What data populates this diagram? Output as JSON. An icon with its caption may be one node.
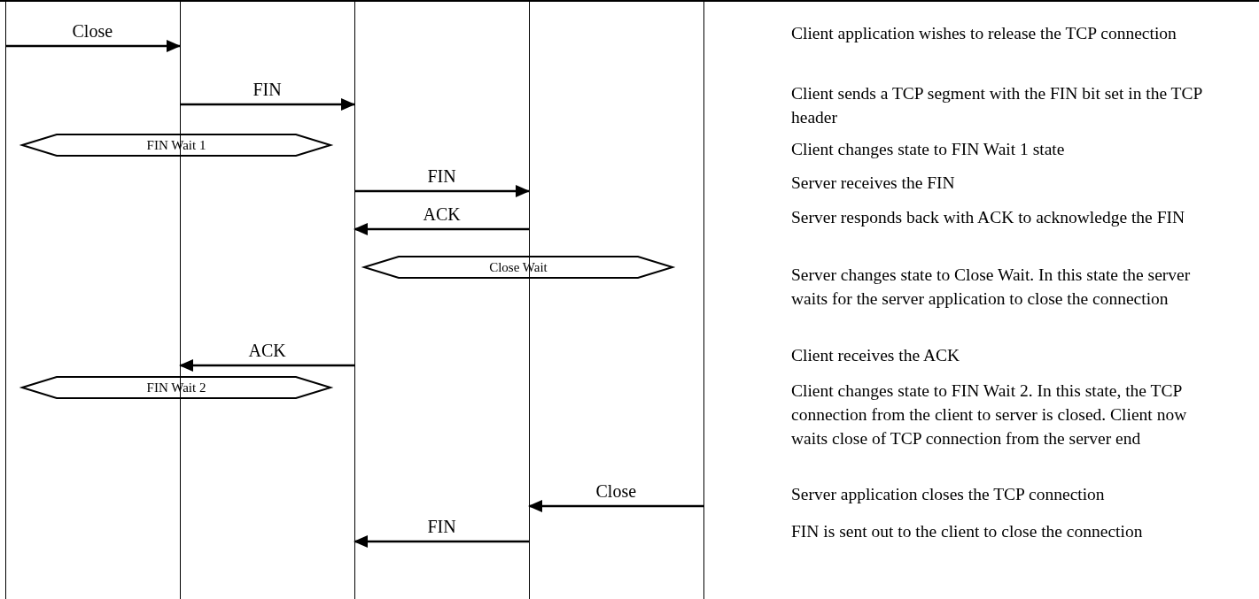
{
  "diagram": {
    "nodes": [
      {
        "text": [],
        "shape": "line"
      },
      {
        "text": [],
        "shape": "line"
      },
      {
        "text": [],
        "shape": "line"
      },
      {
        "text": [],
        "shape": "line"
      },
      {
        "text": [],
        "shape": "line"
      },
      {
        "text": [
          "FIN Wait 1"
        ]
      },
      {
        "text": [
          "Close Wait"
        ]
      },
      {
        "text": [
          "FIN Wait 2"
        ]
      }
    ],
    "edges": [
      {
        "from": 0,
        "to": 1,
        "arrow": "to",
        "label": "Close"
      },
      {
        "from": 1,
        "to": 2,
        "arrow": "to",
        "label": "FIN"
      },
      {
        "from": 2,
        "to": 3,
        "arrow": "to",
        "label": "FIN"
      },
      {
        "from": 3,
        "to": 2,
        "arrow": "to",
        "label": "ACK"
      },
      {
        "from": 2,
        "to": 1,
        "arrow": "to",
        "label": "ACK"
      },
      {
        "from": 4,
        "to": 3,
        "arrow": "to",
        "label": "Close"
      },
      {
        "from": 3,
        "to": 2,
        "arrow": "to",
        "label": "FIN"
      }
    ],
    "labels": [
      "Client application wishes to release the TCP connection",
      "Client sends a TCP segment with the FIN bit set in the TCP header",
      "Client changes state to FIN Wait 1 state",
      "Server receives the FIN",
      "Server responds back with ACK to acknowledge the FIN",
      "Server changes state to Close Wait. In this state the server waits for the server application to close the connection",
      "Client receives the ACK",
      "Client changes state to FIN Wait 2. In this state, the TCP connection from the client to server is closed. Client now waits close of TCP connection from the server end",
      "Server application closes the TCP connection",
      "FIN is sent out to the client to close the connection"
    ]
  }
}
